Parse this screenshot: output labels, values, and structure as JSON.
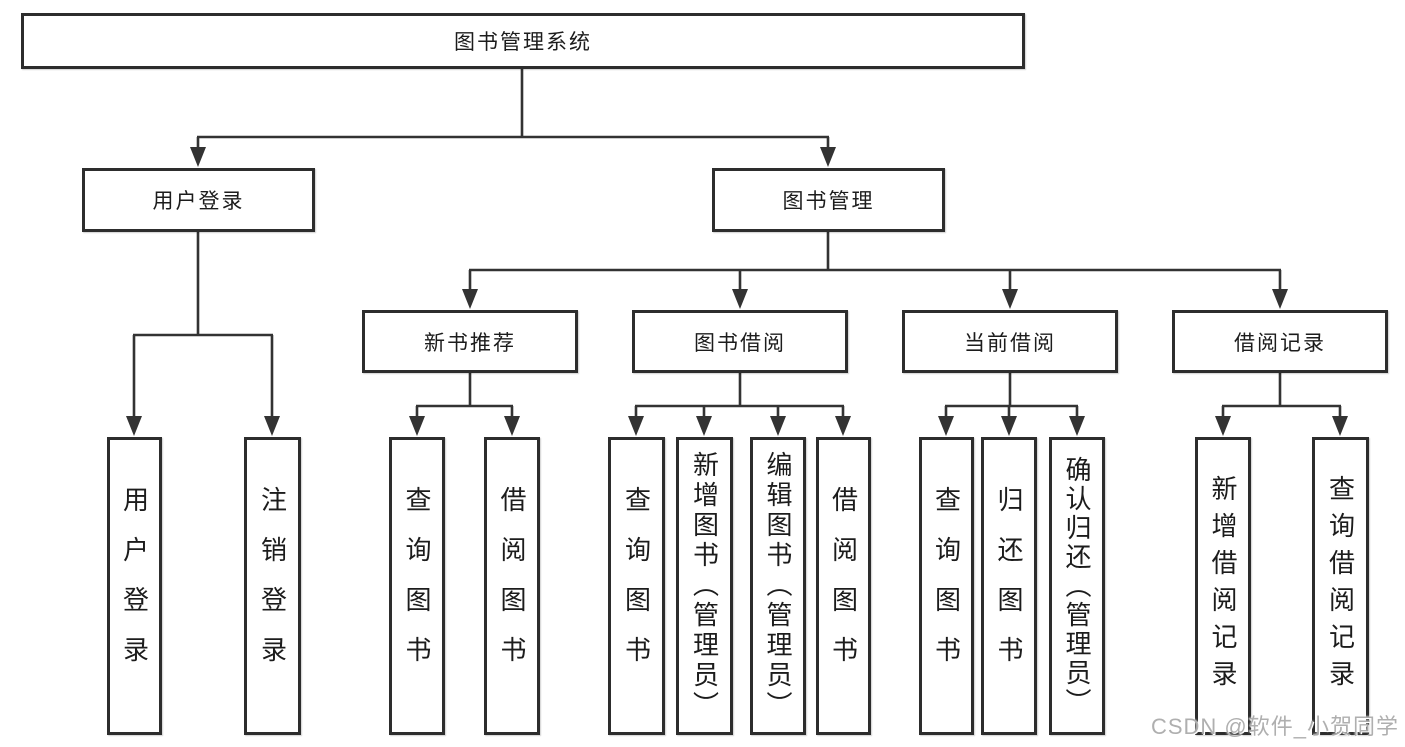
{
  "diagram": {
    "root": "图书管理系统",
    "level2": [
      "用户登录",
      "图书管理"
    ],
    "level3": [
      "新书推荐",
      "图书借阅",
      "当前借阅",
      "借阅记录"
    ],
    "leaves": [
      "用户登录",
      "注销登录",
      "查询图书",
      "借阅图书",
      "查询图书",
      "新增图书（管理员）",
      "编辑图书（管理员）",
      "借阅图书",
      "查询图书",
      "归还图书",
      "确认归还（管理员）",
      "新增借阅记录",
      "查询借阅记录"
    ]
  },
  "watermark": "CSDN @软件_小贺同学",
  "colors": {
    "line": "#333333",
    "box_border": "#2d2d2d",
    "text": "#1c1c1c",
    "background": "#ffffff",
    "watermark": "#a8a8a8"
  }
}
